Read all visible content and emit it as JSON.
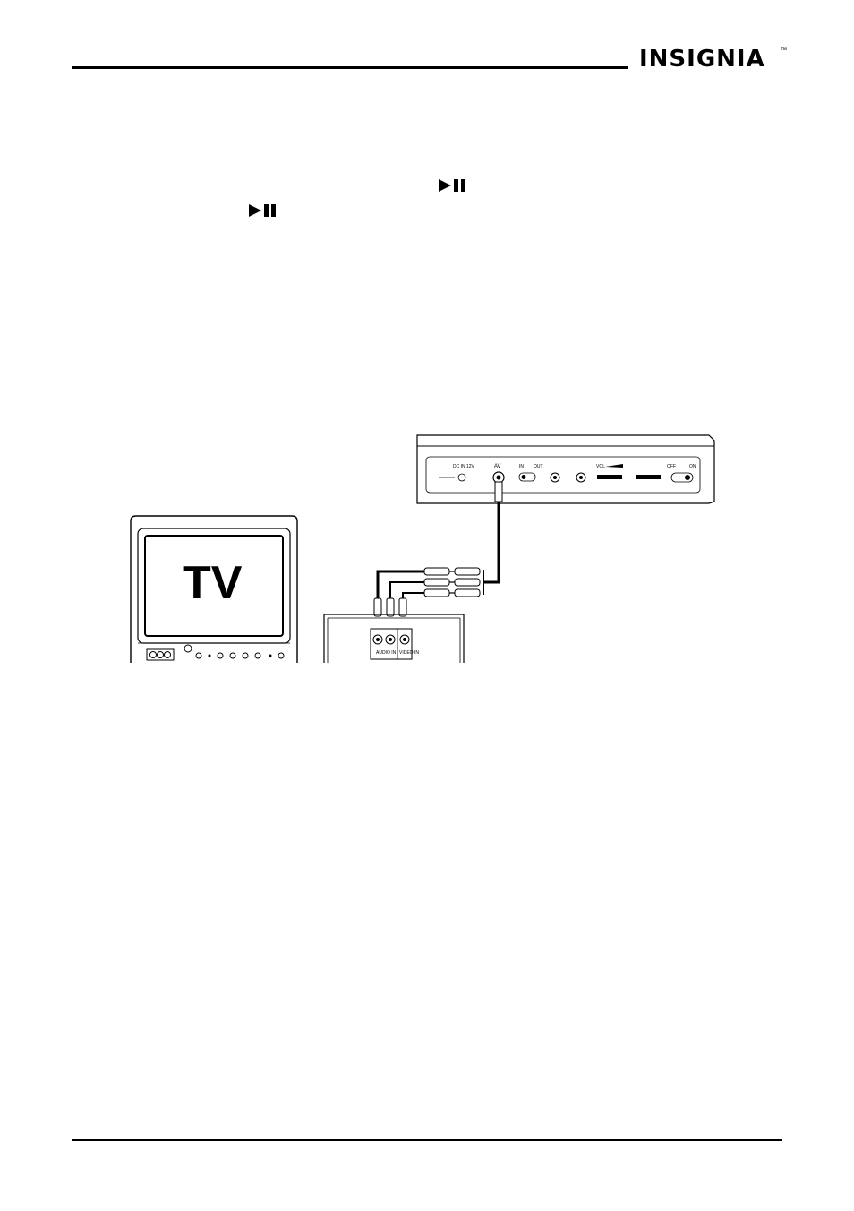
{
  "header": {
    "brand": "INSIGNIA",
    "trademark": "™"
  },
  "icons": {
    "play_pause_1": "play-pause-icon",
    "play_pause_2": "play-pause-icon"
  },
  "diagram": {
    "tv_label": "TV",
    "player_jacks": {
      "dc_in": "DC IN 12V",
      "av": "AV",
      "in": "IN",
      "out": "OUT",
      "vol": "VOL",
      "off": "OFF",
      "on": "ON"
    },
    "tv_jacks": {
      "audio_in": "AUDIO IN",
      "video_in": "VIDEO IN"
    }
  }
}
